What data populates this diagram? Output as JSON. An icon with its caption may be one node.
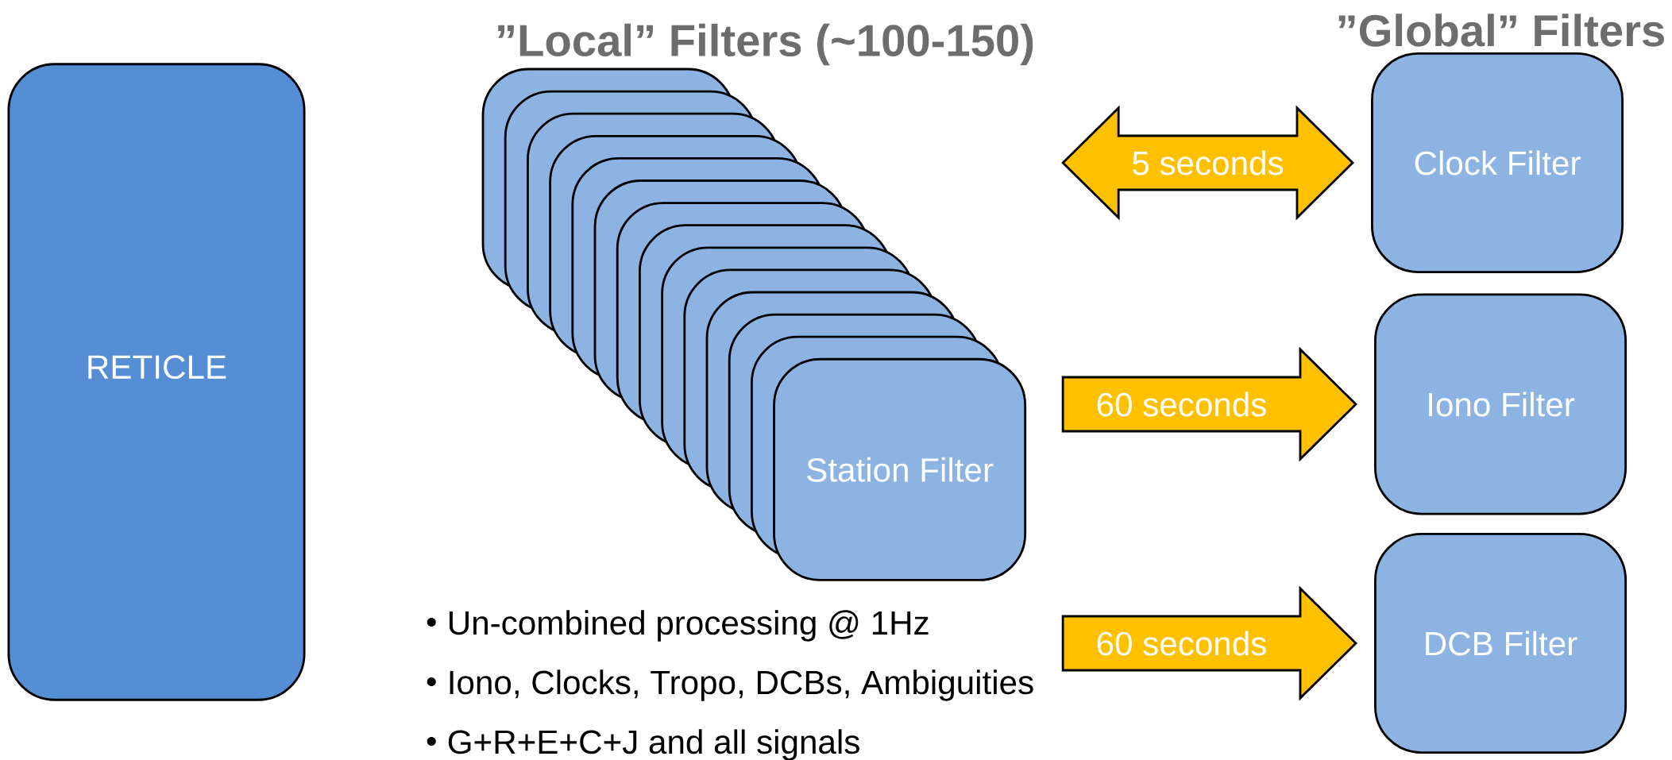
{
  "diagram": {
    "nodes": [
      {
        "text": [
          "RETICLE"
        ]
      },
      {
        "text": [
          "Station Filter"
        ]
      },
      {
        "text": [
          "Clock Filter"
        ]
      },
      {
        "text": [
          "Iono Filter"
        ]
      },
      {
        "text": [
          "DCB Filter"
        ]
      }
    ],
    "edges": [
      {
        "from": 1,
        "to": 2,
        "arrow": "both",
        "label": "5 seconds"
      },
      {
        "from": 1,
        "to": 3,
        "arrow": "to",
        "label": "60 seconds"
      },
      {
        "from": 1,
        "to": 4,
        "arrow": "to",
        "label": "60 seconds"
      }
    ],
    "labels": [
      "”Local” Filters (~100-150)",
      "”Global” Filters",
      "Un-combined processing @ 1Hz",
      "Iono, Clocks, Tropo, DCBs, Ambiguities",
      "G+R+E+C+J and all signals"
    ]
  }
}
